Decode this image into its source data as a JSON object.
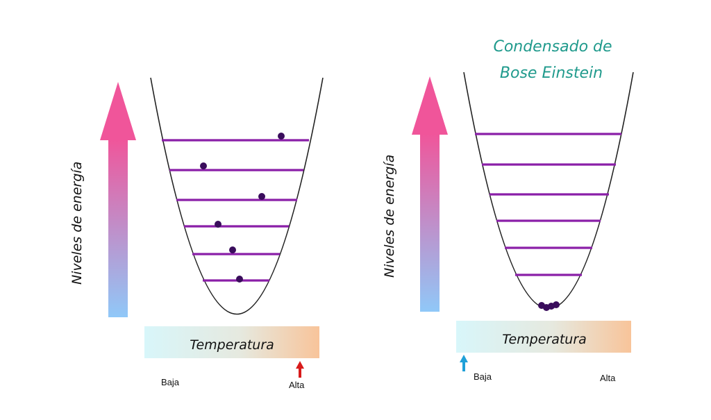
{
  "left_panel": {
    "y_axis_label": "Niveles de energía",
    "temperature_label": "Temperatura",
    "low_label": "Baja",
    "high_label": "Alta",
    "indicator": "high"
  },
  "right_panel": {
    "title_line1": "Condensado de",
    "title_line2": "Bose Einstein",
    "y_axis_label": "Niveles de energía",
    "temperature_label": "Temperatura",
    "low_label": "Baja",
    "high_label": "Alta",
    "indicator": "low"
  },
  "colors": {
    "arrow_top": "#f0559a",
    "arrow_bottom": "#90c8f8",
    "level_line": "#8a1fa8",
    "particle": "#3a0d5c",
    "temp_bar_left": "#d8f6fa",
    "temp_bar_right": "#f8c49a",
    "indicator_high": "#d81b1b",
    "indicator_low": "#1fa0d8",
    "title": "#1f9a8c"
  }
}
